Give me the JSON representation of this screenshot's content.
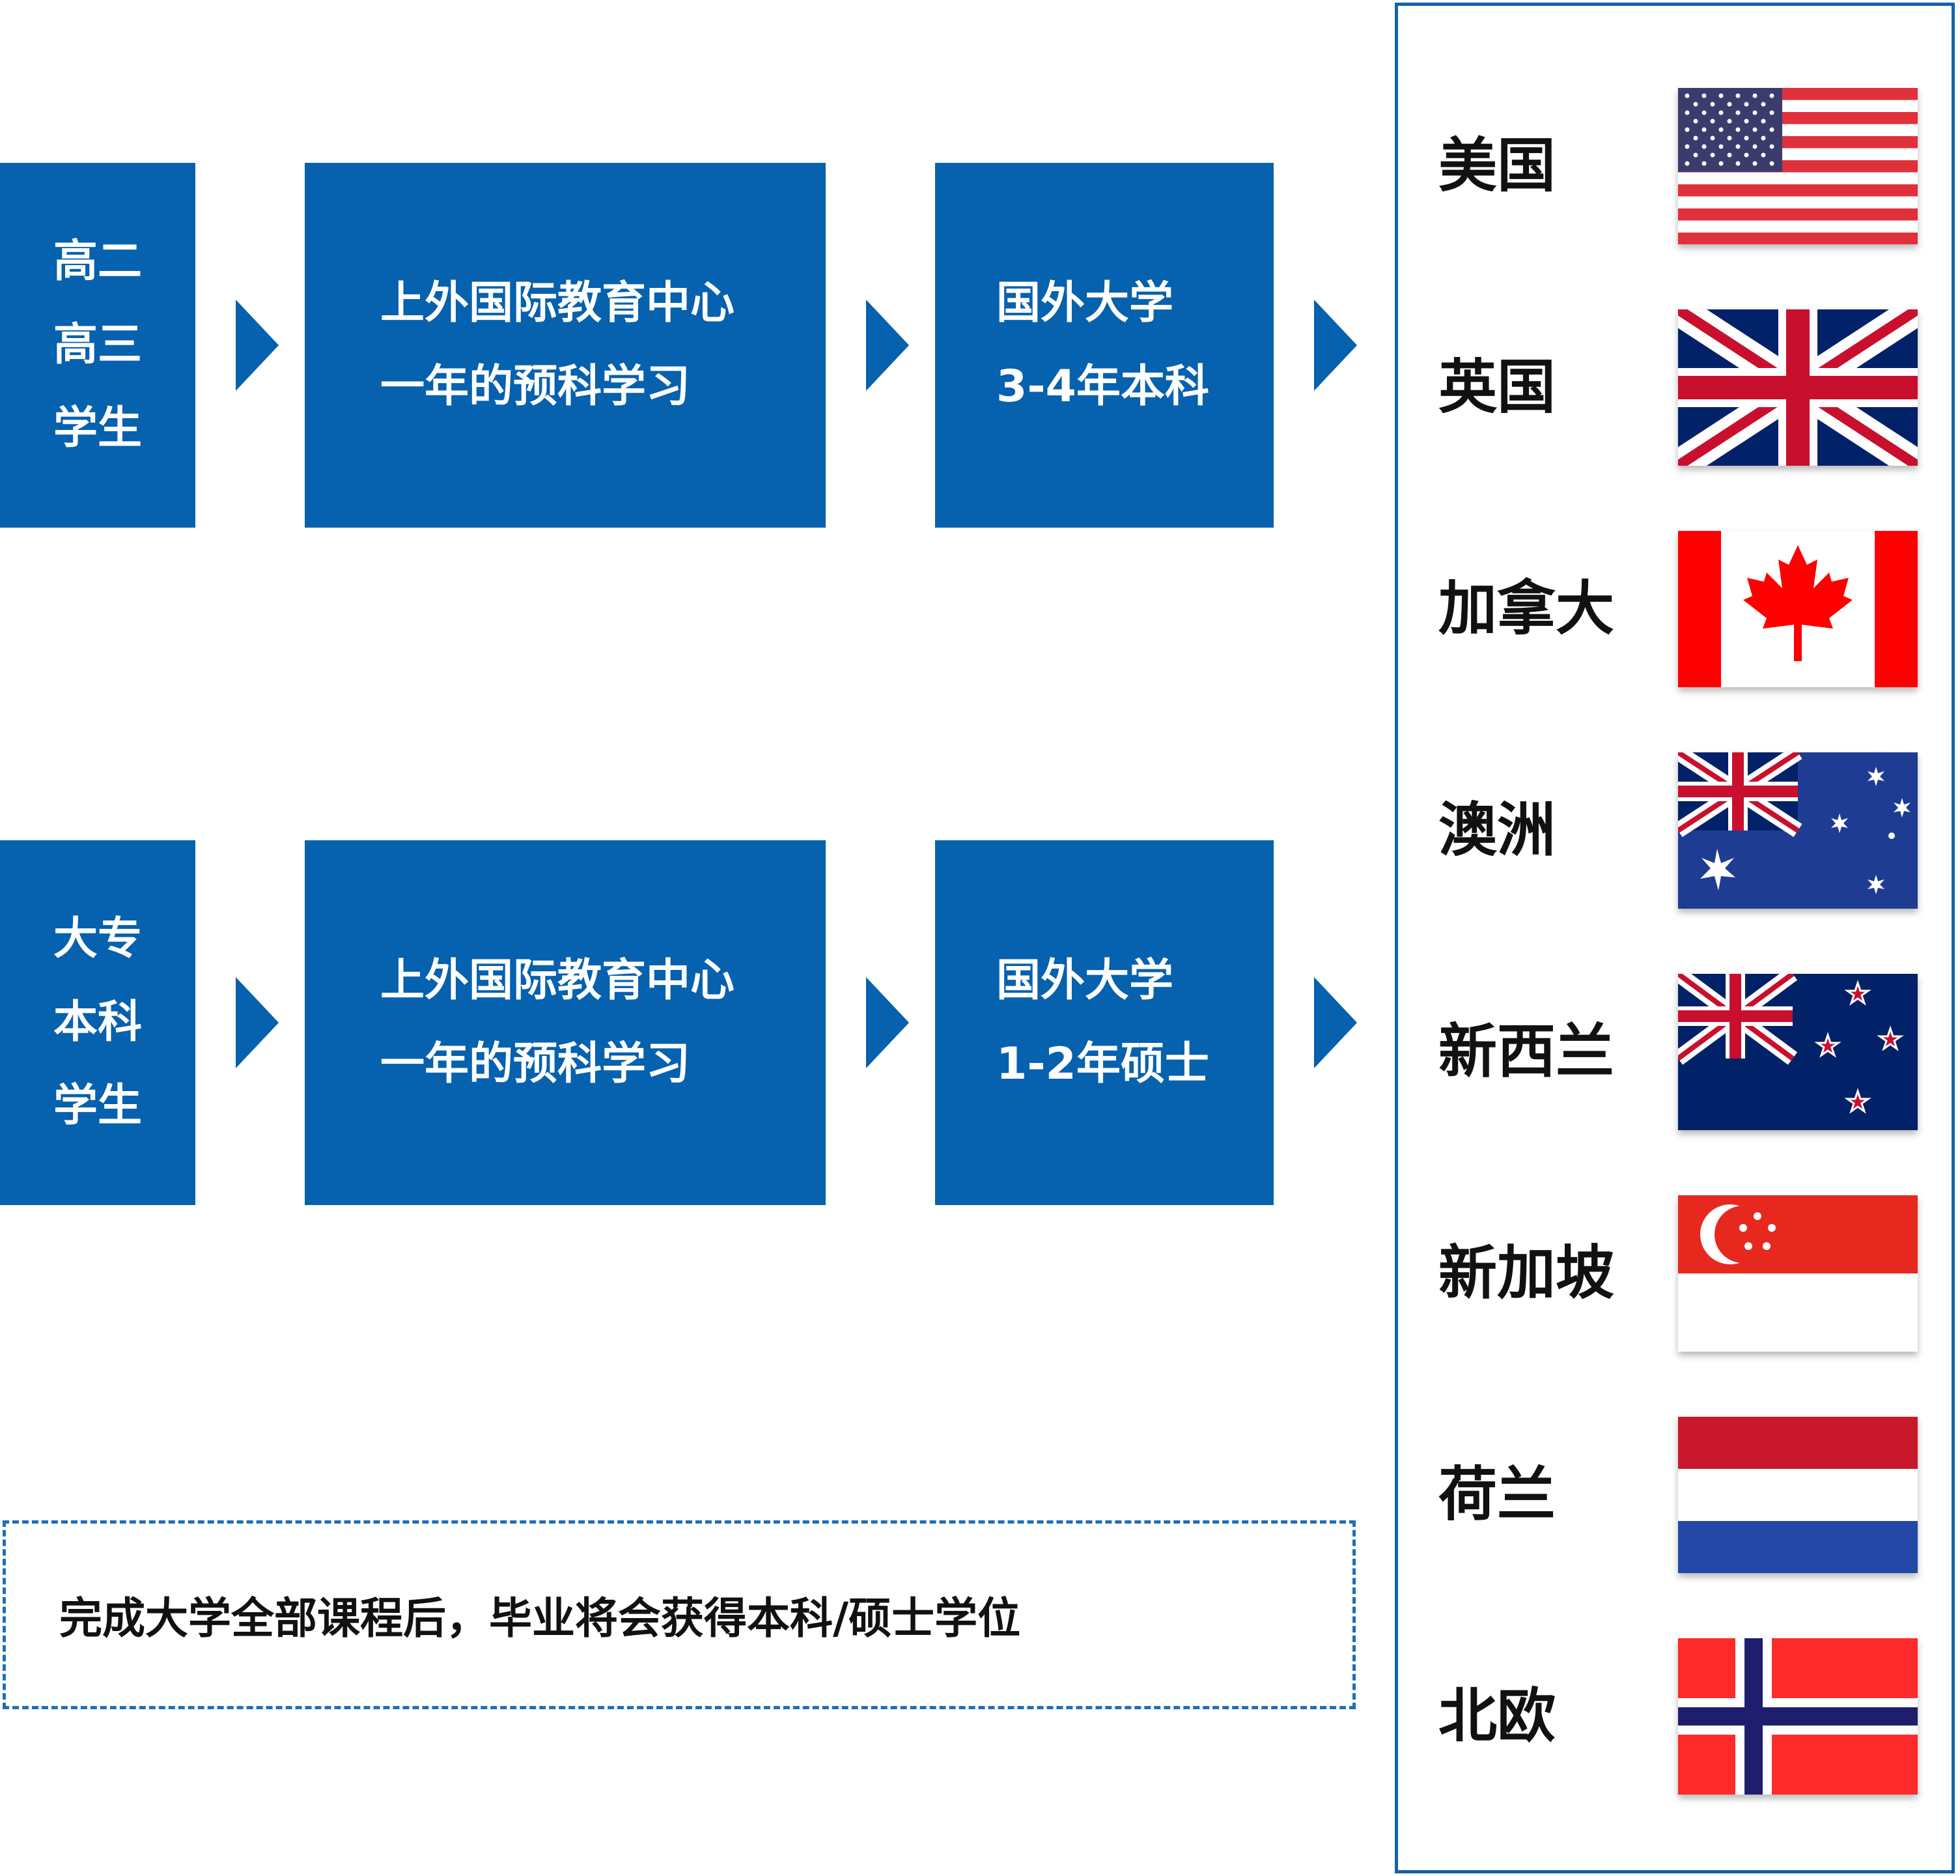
{
  "colors": {
    "box_blue": "#0661ae",
    "panel_border": "#1562aa",
    "text_white": "#ffffff",
    "text_dark": "#111111"
  },
  "row1": {
    "students": [
      "高二",
      "高三",
      "学生"
    ],
    "program": [
      "上外国际教育中心",
      "一年的预科学习"
    ],
    "university": [
      "国外大学",
      "3-4年本科"
    ]
  },
  "row2": {
    "students": [
      "大专",
      "本科",
      "学生"
    ],
    "program": [
      "上外国际教育中心",
      "一年的预科学习"
    ],
    "university": [
      "国外大学",
      "1-2年硕士"
    ]
  },
  "note": "完成大学全部课程后，毕业将会获得本科/硕士学位",
  "countries": [
    {
      "name": "美国",
      "flag": "us-flag-icon"
    },
    {
      "name": "英国",
      "flag": "uk-flag-icon"
    },
    {
      "name": "加拿大",
      "flag": "canada-flag-icon"
    },
    {
      "name": "澳洲",
      "flag": "australia-flag-icon"
    },
    {
      "name": "新西兰",
      "flag": "new-zealand-flag-icon"
    },
    {
      "name": "新加坡",
      "flag": "singapore-flag-icon"
    },
    {
      "name": "荷兰",
      "flag": "netherlands-flag-icon"
    },
    {
      "name": "北欧",
      "flag": "norway-flag-icon"
    }
  ]
}
